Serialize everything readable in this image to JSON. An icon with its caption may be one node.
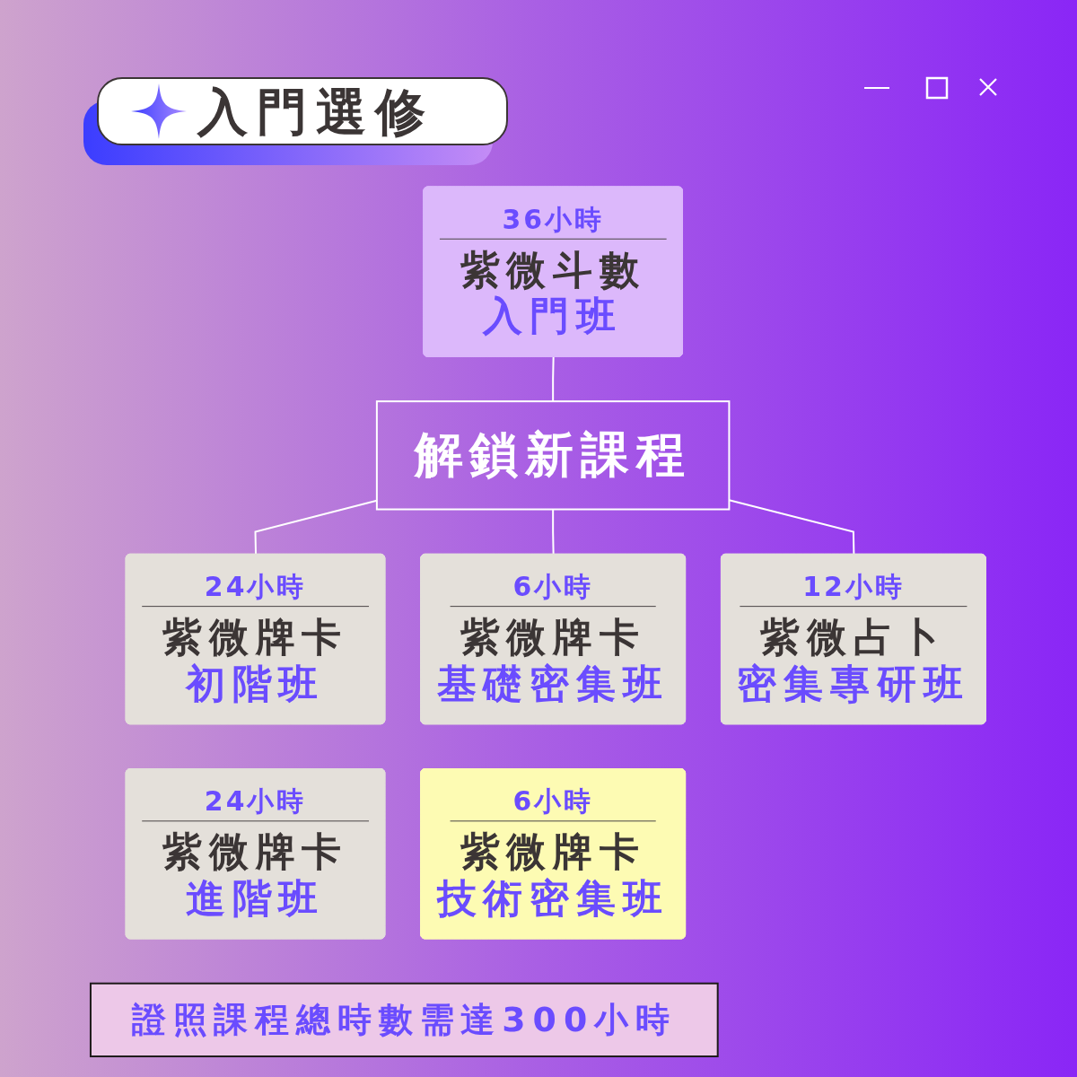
{
  "diagram": {
    "title": "入門選修",
    "nodes": [
      {
        "text": [
          "36小時",
          "紫微斗數",
          "入門班"
        ]
      },
      {
        "text": [
          "解鎖新課程"
        ]
      },
      {
        "text": [
          "24小時",
          "紫微牌卡",
          "初階班"
        ]
      },
      {
        "text": [
          "6小時",
          "紫微牌卡",
          "基礎密集班"
        ]
      },
      {
        "text": [
          "12小時",
          "紫微占卜",
          "密集專研班"
        ]
      },
      {
        "text": [
          "24小時",
          "紫微牌卡",
          "進階班"
        ]
      },
      {
        "text": [
          "6小時",
          "紫微牌卡",
          "技術密集班"
        ]
      },
      {
        "text": [
          "證照課程總時數需達300小時"
        ]
      }
    ],
    "edges": [
      {
        "from": 0,
        "to": 1,
        "arrow": "none"
      },
      {
        "from": 1,
        "to": 2,
        "arrow": "none"
      },
      {
        "from": 1,
        "to": 3,
        "arrow": "none"
      },
      {
        "from": 1,
        "to": 4,
        "arrow": "none"
      }
    ]
  }
}
